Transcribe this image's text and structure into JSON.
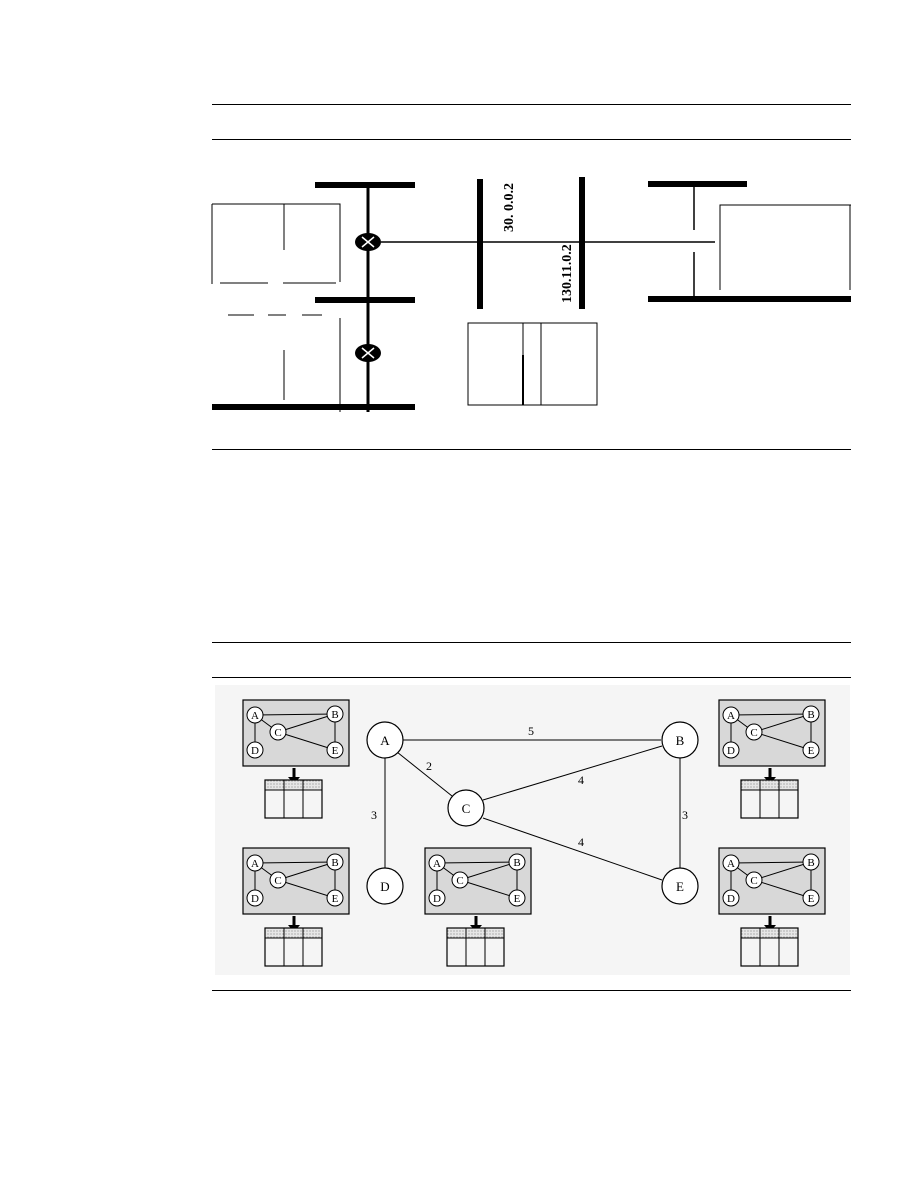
{
  "figure1": {
    "ip_labels": [
      "30.  0.0.2",
      "130.11.0.2"
    ]
  },
  "figure2": {
    "nodes": [
      "A",
      "B",
      "C",
      "D",
      "E"
    ],
    "edges": [
      {
        "from": "A",
        "to": "B",
        "weight": "5"
      },
      {
        "from": "A",
        "to": "C",
        "weight": "2"
      },
      {
        "from": "A",
        "to": "D",
        "weight": "3"
      },
      {
        "from": "C",
        "to": "B",
        "weight": "4"
      },
      {
        "from": "C",
        "to": "E",
        "weight": "4"
      },
      {
        "from": "B",
        "to": "E",
        "weight": "3"
      }
    ],
    "map_nodes": [
      "A",
      "B",
      "C",
      "D",
      "E"
    ]
  }
}
